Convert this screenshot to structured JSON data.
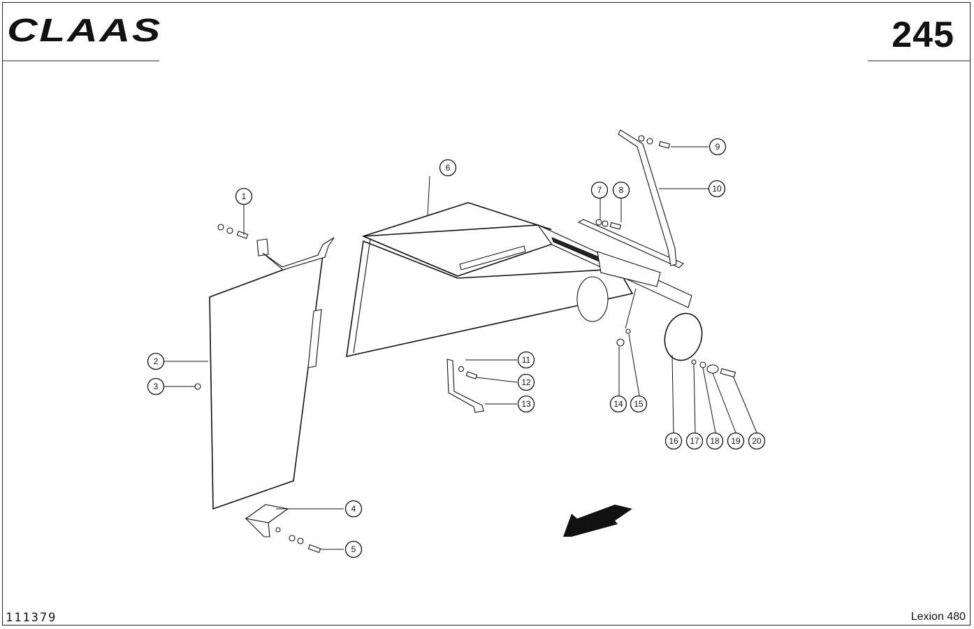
{
  "header": {
    "logo_text": "CLAAS",
    "page_number": "245"
  },
  "footer": {
    "drawing_number": "111379",
    "model_name": "Lexion 480"
  },
  "colors": {
    "ink": "#111111",
    "paper": "#ffffff"
  },
  "callouts": [
    "1",
    "2",
    "3",
    "4",
    "5",
    "6",
    "7",
    "8",
    "9",
    "10",
    "11",
    "12",
    "13",
    "14",
    "15",
    "16",
    "17",
    "18",
    "19",
    "20"
  ],
  "direction_arrow": {
    "icon": "direction-arrow-icon"
  }
}
